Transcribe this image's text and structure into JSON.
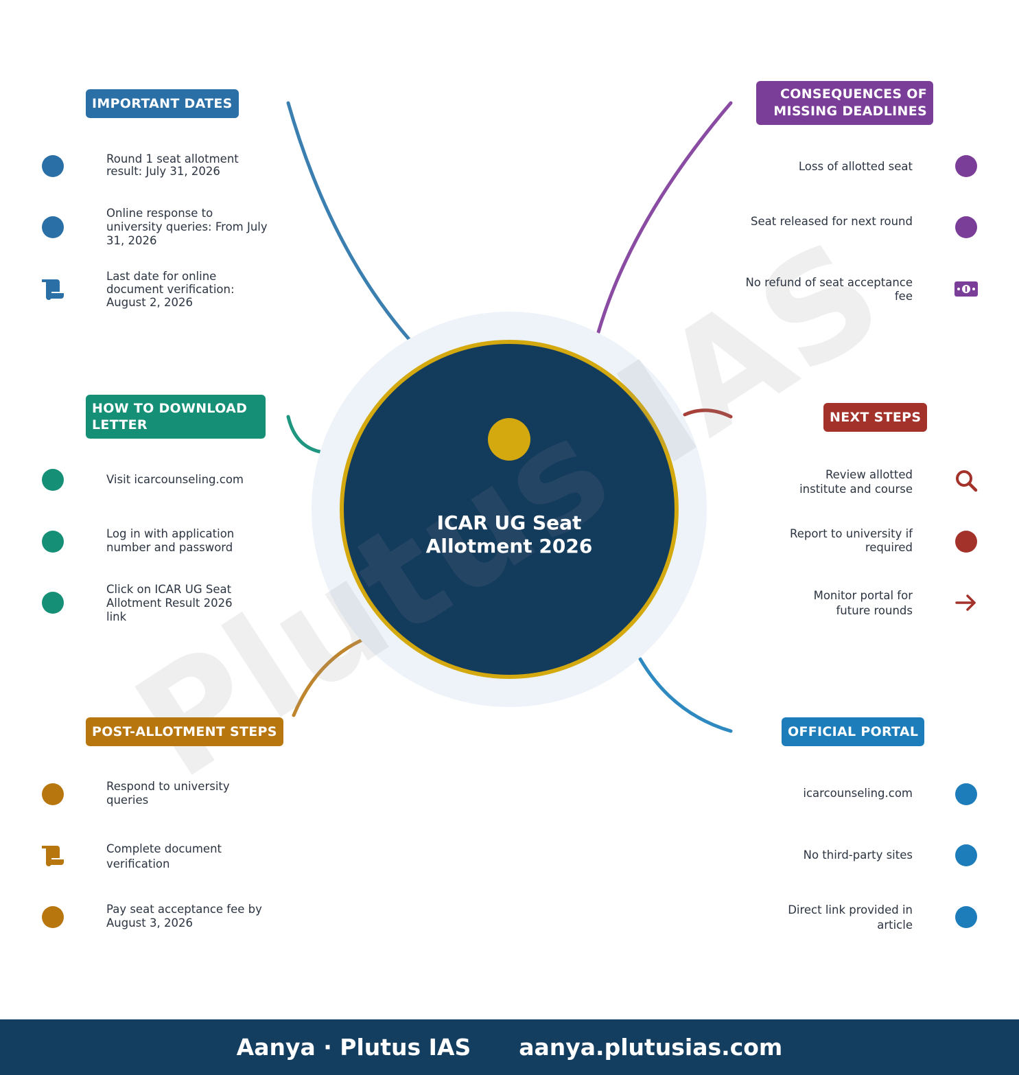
{
  "watermark": "Plutus IAS",
  "hub": {
    "title_line1": "ICAR UG Seat",
    "title_line2": "Allotment 2026"
  },
  "colors": {
    "hub_fill": "#133b5c",
    "hub_ring": "#d4a90f",
    "hub_halo": "#eef3fa",
    "important_dates": "#2a6fa6",
    "consequences": "#7a3d98",
    "how_to_download": "#159076",
    "next_steps": "#a3322b",
    "post_allotment": "#b8760f",
    "official_portal": "#1d7dba",
    "footer_bg": "#143e60"
  },
  "branches": {
    "important_dates": {
      "title": "IMPORTANT DATES",
      "items": [
        {
          "text": "Round 1 seat allotment result: July 31, 2026",
          "icon": "circle-bullet"
        },
        {
          "text": "Online response to university queries: From July 31, 2026",
          "icon": "circle-bullet"
        },
        {
          "text": "Last date for online document verification: August 2, 2026",
          "icon": "scroll-icon"
        }
      ]
    },
    "consequences": {
      "title_line1": "CONSEQUENCES OF",
      "title_line2": "MISSING DEADLINES",
      "items": [
        {
          "text": "Loss of allotted seat",
          "icon": "circle-bullet"
        },
        {
          "text": "Seat released for next round",
          "icon": "circle-bullet"
        },
        {
          "text": "No refund of seat acceptance fee",
          "icon": "money-bill-icon"
        }
      ]
    },
    "how_to_download": {
      "title_line1": "HOW TO DOWNLOAD",
      "title_line2": "LETTER",
      "items": [
        {
          "text": "Visit icarcounseling.com",
          "icon": "circle-bullet"
        },
        {
          "text": "Log in with application number and password",
          "icon": "circle-bullet"
        },
        {
          "text": "Click on ICAR UG Seat Allotment Result 2026 link",
          "icon": "circle-bullet"
        }
      ]
    },
    "next_steps": {
      "title": "NEXT STEPS",
      "items": [
        {
          "text": "Review allotted institute and course",
          "icon": "magnifier-icon"
        },
        {
          "text": "Report to university if required",
          "icon": "circle-bullet"
        },
        {
          "text": "Monitor portal for future rounds",
          "icon": "arrow-right-icon"
        }
      ]
    },
    "post_allotment": {
      "title": "POST-ALLOTMENT STEPS",
      "items": [
        {
          "text": "Respond to university queries",
          "icon": "circle-bullet"
        },
        {
          "text": "Complete document verification",
          "icon": "scroll-icon"
        },
        {
          "text": "Pay seat acceptance fee by August 3, 2026",
          "icon": "circle-bullet"
        }
      ]
    },
    "official_portal": {
      "title": "OFFICIAL PORTAL",
      "items": [
        {
          "text": "icarcounseling.com",
          "icon": "circle-bullet"
        },
        {
          "text": "No third-party sites",
          "icon": "circle-bullet"
        },
        {
          "text": "Direct link provided in article",
          "icon": "circle-bullet"
        }
      ]
    }
  },
  "footer": {
    "brand": "Aanya · Plutus IAS",
    "url": "aanya.plutusias.com"
  }
}
